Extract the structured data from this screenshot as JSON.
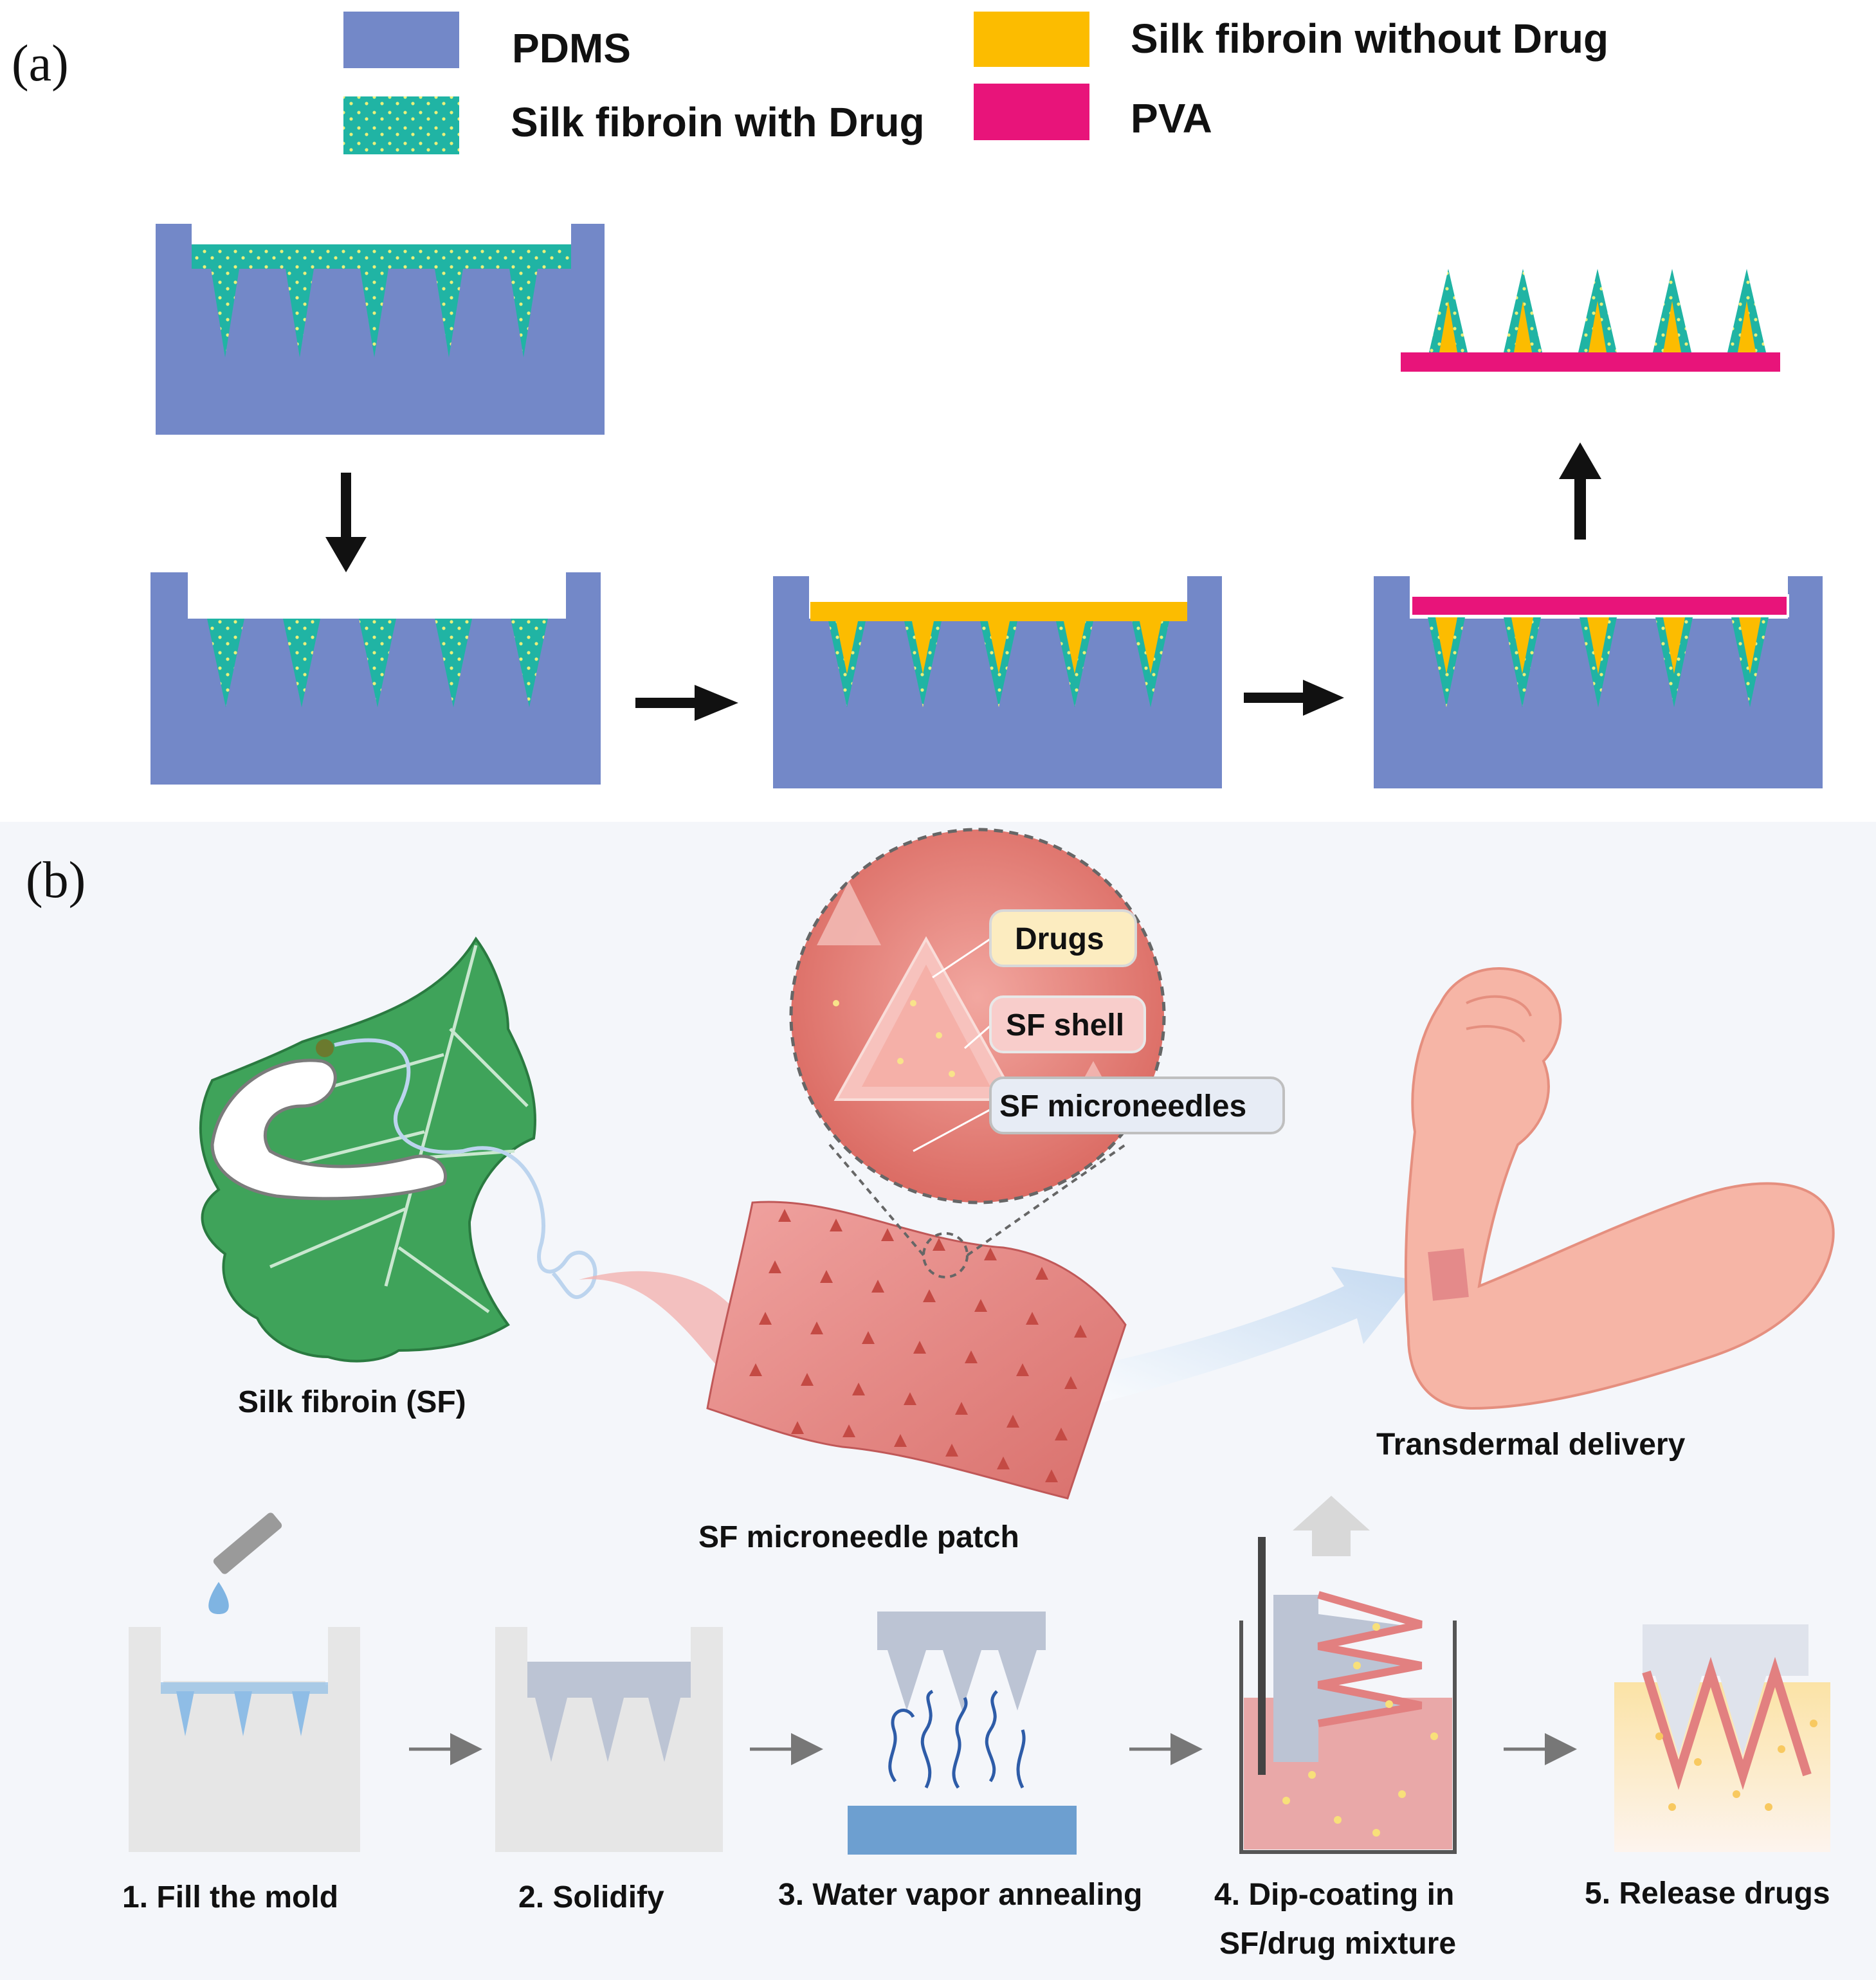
{
  "panel_a": {
    "label": "(a)",
    "legend": [
      {
        "label": "PDMS",
        "color": "#7388c8"
      },
      {
        "label": "Silk fibroin with Drug",
        "color": "#20b4a4"
      },
      {
        "label": "Silk fibroin without Drug",
        "color": "#fcbc00"
      },
      {
        "label": "PVA",
        "color": "#e8147a"
      }
    ]
  },
  "panel_b": {
    "label": "(b)",
    "silk_label": "Silk fibroin (SF)",
    "patch_label": "SF microneedle patch",
    "delivery_label": "Transdermal delivery",
    "callouts": {
      "drugs": "Drugs",
      "shell": "SF shell",
      "needles": "SF microneedles"
    },
    "steps": [
      {
        "line1": "1. Fill the mold",
        "line2": ""
      },
      {
        "line1": "2. Solidify",
        "line2": ""
      },
      {
        "line1": "3. Water vapor annealing",
        "line2": ""
      },
      {
        "line1": "4. Dip-coating in",
        "line2": "SF/drug mixture"
      },
      {
        "line1": "5. Release drugs",
        "line2": ""
      }
    ]
  },
  "colors": {
    "pdms": "#7388c8",
    "sf_drug": "#20b4a4",
    "sf_nodrug": "#fcbc00",
    "pva": "#e8147a",
    "leaf": "#3fa35a",
    "skin": "#f6b5a6",
    "patch": "#e48a8a",
    "mold": "#e6e6e6",
    "solid": "#bcc4d4",
    "water": "#6d9fd0"
  }
}
